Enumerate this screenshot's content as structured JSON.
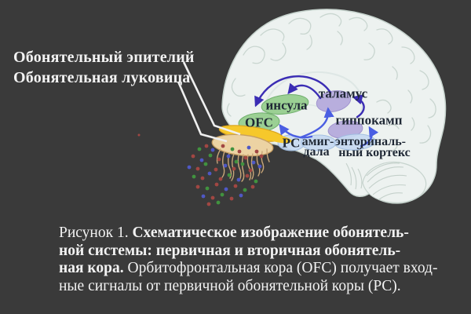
{
  "pointer_labels": {
    "epithelium": "Обонятельный эпителий",
    "bulb": "Обонятельная луковица"
  },
  "regions": {
    "thalamus": "таламус",
    "insula": "инсула",
    "ofc": "OFC",
    "hippocampus": "гиппокамп",
    "pc": "PC",
    "amygdala_l1": "амиг-",
    "amygdala_l2": "дала",
    "entorhinal_l1": "энториналь-",
    "entorhinal_l2": "ный кортекс"
  },
  "caption": {
    "lines": [
      [
        {
          "t": "Рисунок 1. ",
          "b": 0
        },
        {
          "t": "Схематическое изображение обонятель-",
          "b": 1
        }
      ],
      [
        {
          "t": "ной системы: первичная и вторичная обонятель-",
          "b": 1
        }
      ],
      [
        {
          "t": "ная кора.",
          "b": 1
        },
        {
          "t": " Орбитофронтальная кора (OFC) получает вход-",
          "b": 0
        }
      ],
      [
        {
          "t": "ные сигналы от первичной обонятельной коры (PC).",
          "b": 0
        }
      ]
    ]
  },
  "colors": {
    "background": "#3a3a3a",
    "brain_fill": "#edf2f0",
    "brain_outline": "#c6d3cd",
    "region_green": "#9bd094",
    "region_lavender": "#b6abdd",
    "region_blue": "#c7daf2",
    "arrow_indigo": "#3b2db4",
    "arrow_blue": "#4a5ee2",
    "bulb_yellow": "#f6c82b",
    "epithelium_tan": "#ecd3a3",
    "diagram_text": "#1f2835",
    "caption_text": "#f2f2f2",
    "pointer_line": "#efefef"
  },
  "molecules": {
    "palette": {
      "r": "#a14743",
      "g": "#41923f",
      "b": "#4f58c4"
    },
    "dots": [
      [
        254,
        190,
        "g"
      ],
      [
        263,
        186,
        "r"
      ],
      [
        271,
        191,
        "b"
      ],
      [
        284,
        186,
        "r"
      ],
      [
        296,
        190,
        "g"
      ],
      [
        305,
        193,
        "r"
      ],
      [
        317,
        188,
        "b"
      ],
      [
        327,
        193,
        "r"
      ],
      [
        246,
        199,
        "r"
      ],
      [
        257,
        204,
        "b"
      ],
      [
        268,
        198,
        "g"
      ],
      [
        279,
        203,
        "r"
      ],
      [
        291,
        199,
        "b"
      ],
      [
        301,
        206,
        "g"
      ],
      [
        313,
        201,
        "r"
      ],
      [
        323,
        207,
        "b"
      ],
      [
        333,
        199,
        "r"
      ],
      [
        241,
        213,
        "b"
      ],
      [
        252,
        215,
        "r"
      ],
      [
        262,
        209,
        "g"
      ],
      [
        275,
        216,
        "r"
      ],
      [
        287,
        211,
        "b"
      ],
      [
        298,
        215,
        "r"
      ],
      [
        309,
        209,
        "g"
      ],
      [
        319,
        217,
        "r"
      ],
      [
        331,
        212,
        "b"
      ],
      [
        247,
        225,
        "g"
      ],
      [
        258,
        227,
        "r"
      ],
      [
        267,
        221,
        "b"
      ],
      [
        281,
        228,
        "r"
      ],
      [
        292,
        223,
        "g"
      ],
      [
        304,
        229,
        "b"
      ],
      [
        315,
        224,
        "r"
      ],
      [
        326,
        231,
        "g"
      ],
      [
        252,
        238,
        "r"
      ],
      [
        264,
        240,
        "g"
      ],
      [
        276,
        235,
        "r"
      ],
      [
        288,
        241,
        "b"
      ],
      [
        300,
        237,
        "r"
      ],
      [
        312,
        242,
        "g"
      ],
      [
        322,
        238,
        "r"
      ],
      [
        259,
        250,
        "b"
      ],
      [
        271,
        252,
        "r"
      ],
      [
        283,
        248,
        "g"
      ],
      [
        295,
        253,
        "r"
      ],
      [
        307,
        249,
        "b"
      ],
      [
        266,
        260,
        "r"
      ],
      [
        278,
        258,
        "g"
      ],
      [
        177,
        172,
        "r",
        1.5
      ]
    ]
  }
}
